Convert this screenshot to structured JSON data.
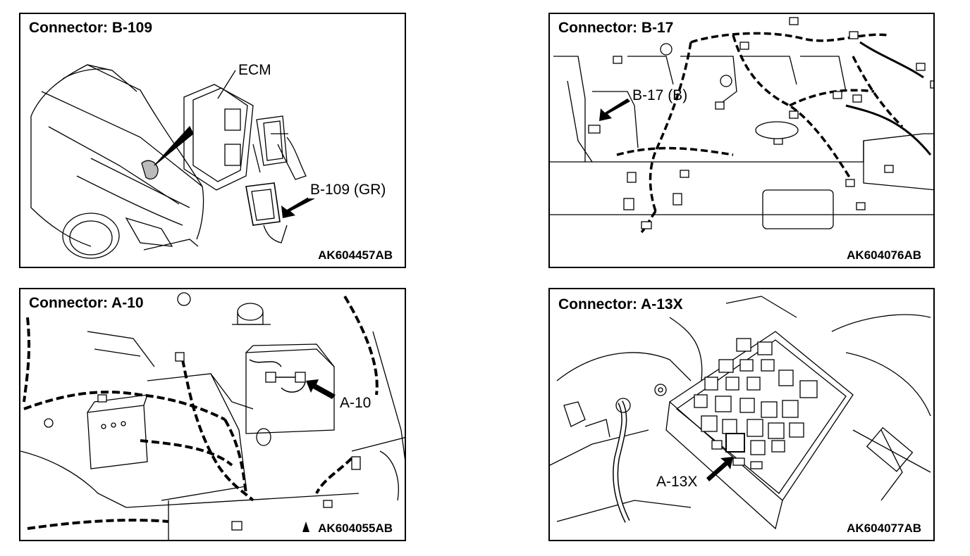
{
  "panels": {
    "b109": {
      "title": "Connector: B-109",
      "code": "AK604457AB",
      "labels": {
        "ecm": "ECM",
        "connector": "B-109 (GR)"
      }
    },
    "b17": {
      "title": "Connector: B-17",
      "code": "AK604076AB",
      "labels": {
        "connector": "B-17 (B)"
      }
    },
    "a10": {
      "title": "Connector: A-10",
      "code": "AK604055AB",
      "labels": {
        "connector": "A-10"
      }
    },
    "a13x": {
      "title": "Connector: A-13X",
      "code": "AK604077AB",
      "labels": {
        "connector": "A-13X"
      }
    }
  }
}
